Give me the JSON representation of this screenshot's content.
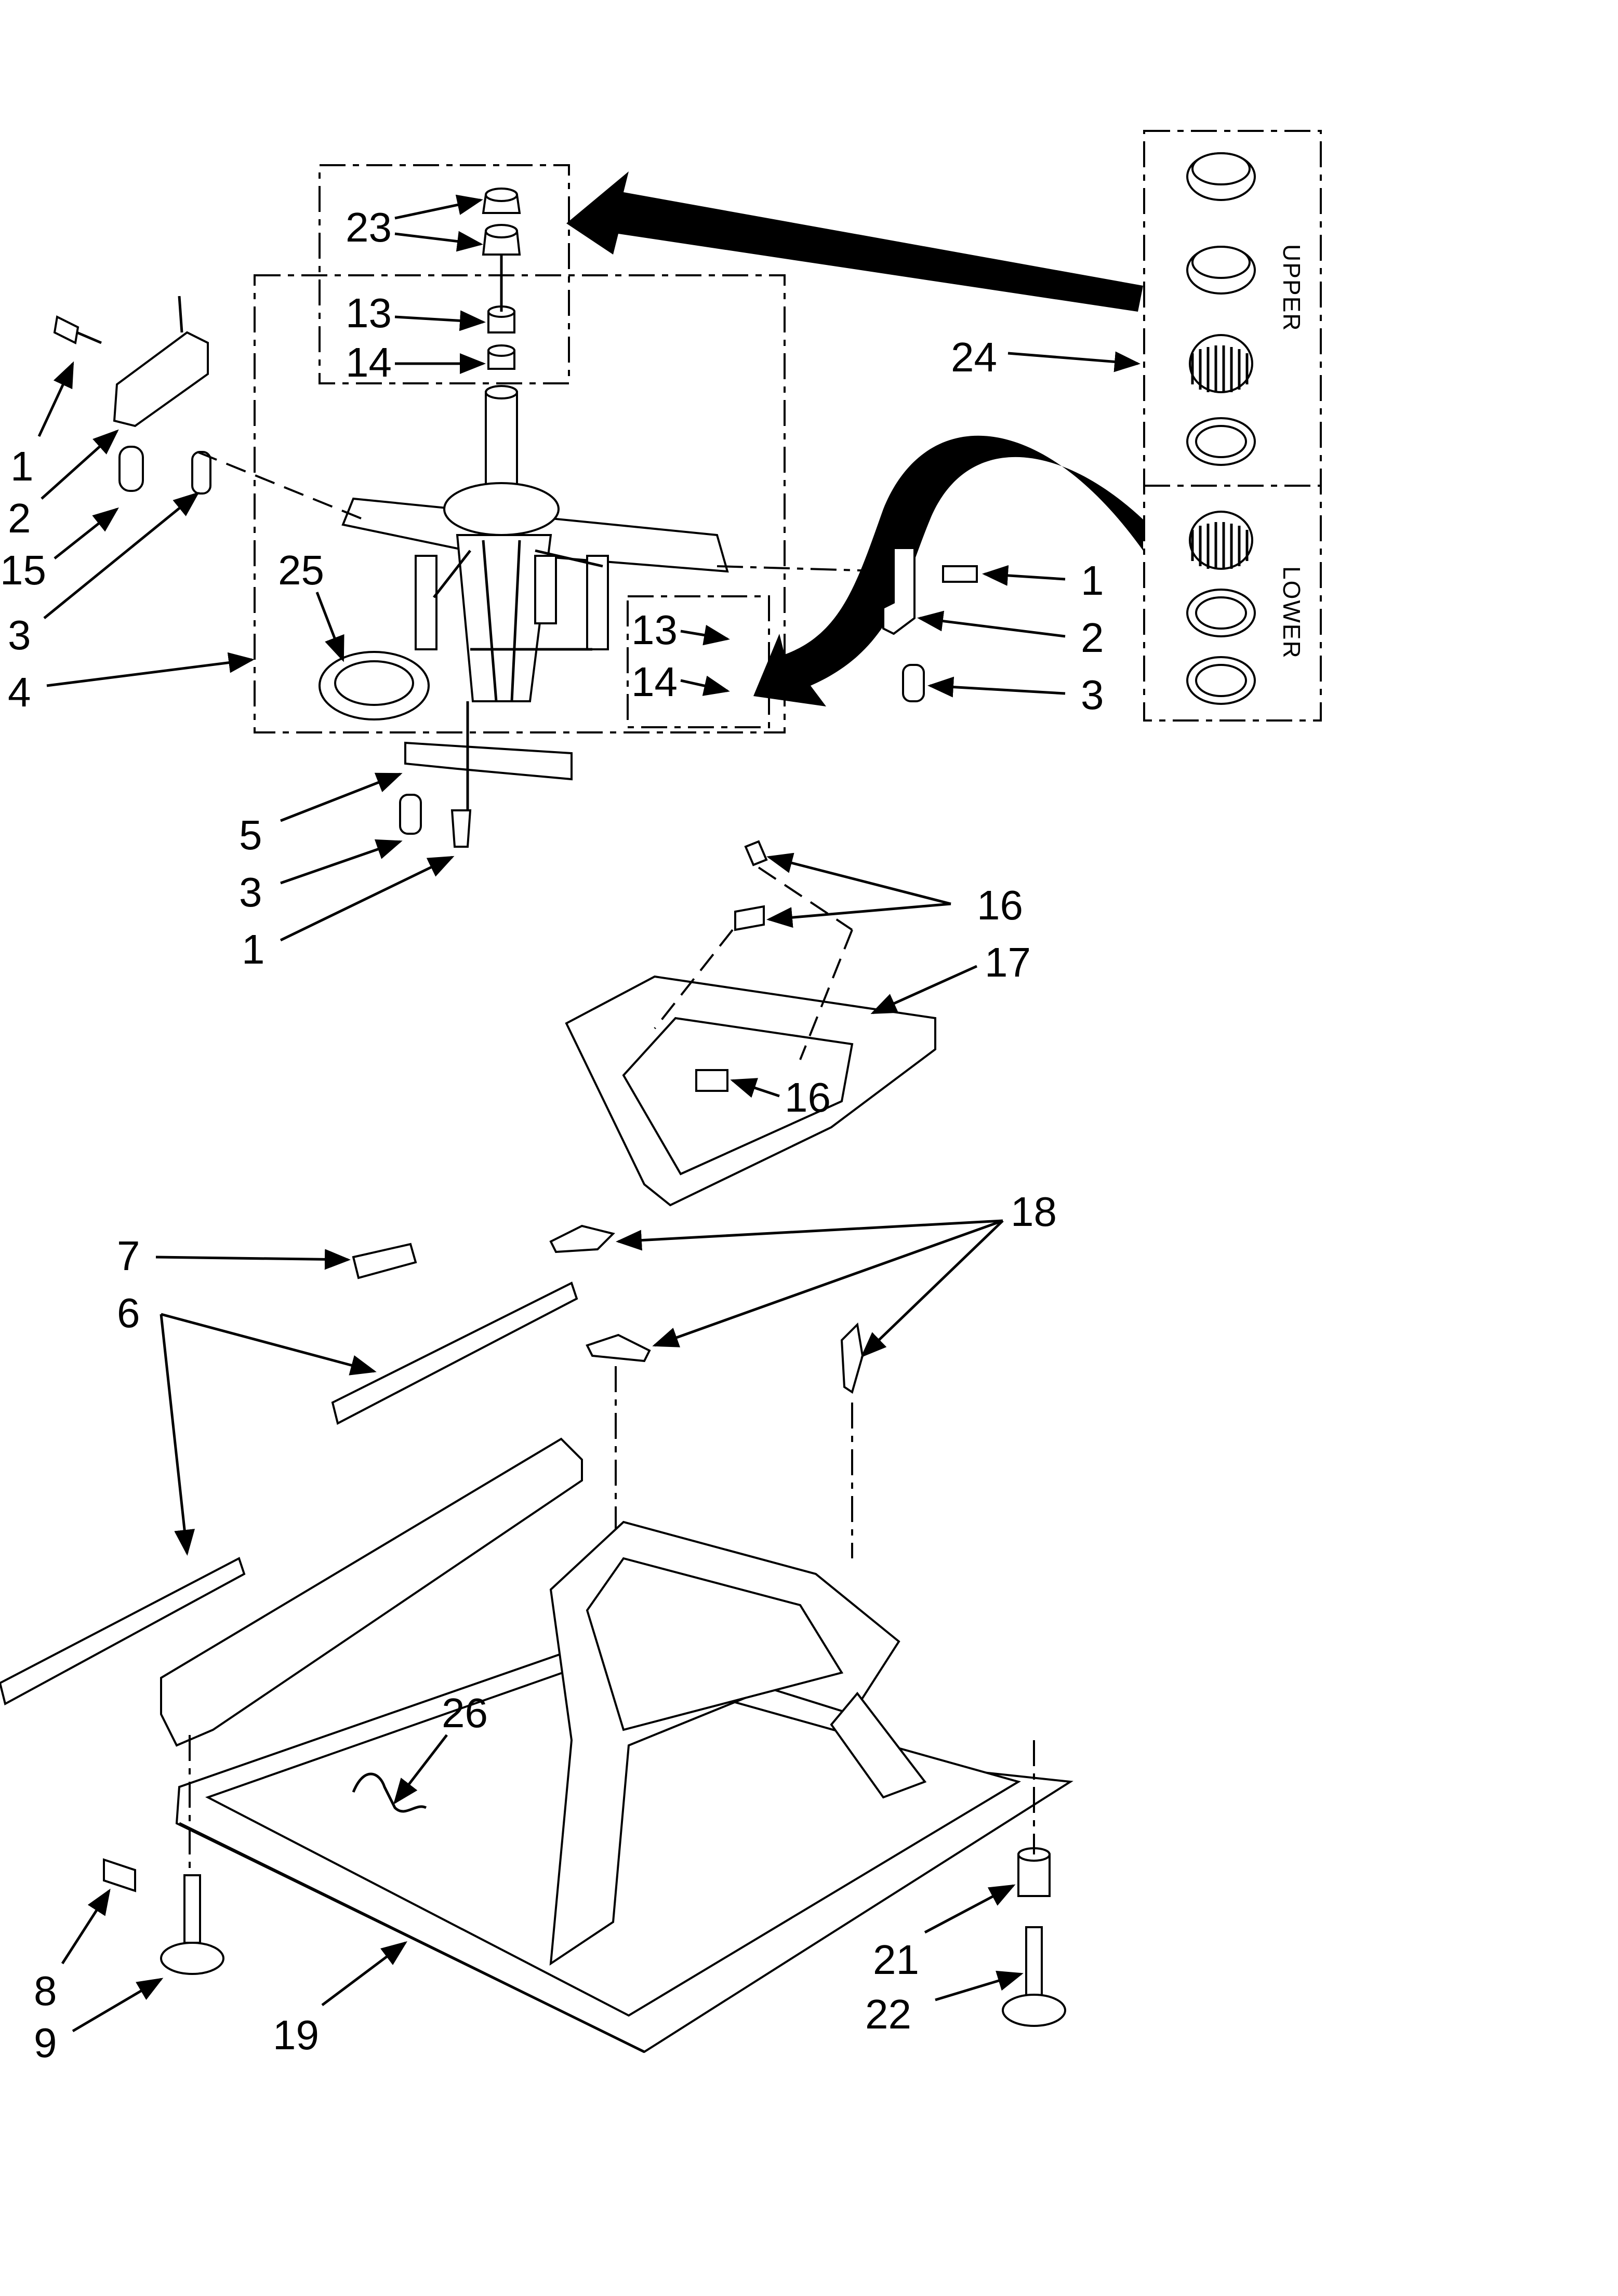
{
  "labels": {
    "l1a": "1",
    "l2a": "2",
    "l15": "15",
    "l3a": "3",
    "l4": "4",
    "l25": "25",
    "l23": "23",
    "l13a": "13",
    "l14a": "14",
    "l13b": "13",
    "l14b": "14",
    "l24": "24",
    "l1b": "1",
    "l2b": "2",
    "l3b": "3",
    "l5": "5",
    "l3c": "3",
    "l1c": "1",
    "l16a": "16",
    "l17": "17",
    "l16b": "16",
    "l18": "18",
    "l7": "7",
    "l6": "6",
    "l26": "26",
    "l8": "8",
    "l9": "9",
    "l19": "19",
    "l21": "21",
    "l22": "22"
  },
  "kit_panel": {
    "upper": "UPPER",
    "lower": "LOWER"
  },
  "colors": {
    "ink": "#000000",
    "paper": "#ffffff"
  }
}
